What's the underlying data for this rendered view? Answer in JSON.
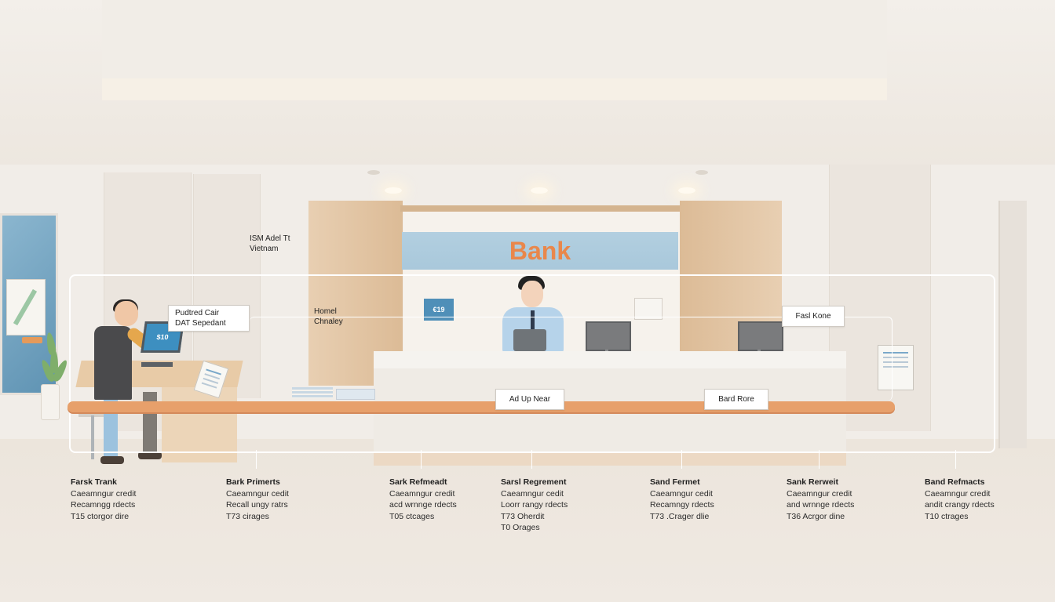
{
  "sign": {
    "title": "Bank"
  },
  "labels": {
    "top_left_line1": "ISM Adel Tt",
    "top_left_line2": "Vietnam",
    "callout_customer_line1": "Pudtred Cair",
    "callout_customer_line2": "DAT Sepedant",
    "home_line1": "Homel",
    "home_line2": "Chnaley",
    "fast_kone": "Fasl Kone",
    "ad_up_near": "Ad Up Near",
    "bard_rore": "Bard Rore"
  },
  "screens": {
    "laptop": "$10",
    "counter_card": "€19"
  },
  "columns": [
    {
      "title": "Farsk Trank",
      "line1": "Caeamngur credit",
      "line2": "Recamngg rdects",
      "line3": "T15 ctorgor dire",
      "line4": ""
    },
    {
      "title": "Bark Primerts",
      "line1": "Caeamngur cedit",
      "line2": "Recall ungy ratrs",
      "line3": "T73 cirages",
      "line4": ""
    },
    {
      "title": "Sark Refmeadt",
      "line1": "Caeamngur credit",
      "line2": "acd wrnnge rdects",
      "line3": "T05 ctcages",
      "line4": ""
    },
    {
      "title": "Sarsl Regrement",
      "line1": "Caeamngur cedit",
      "line2": "Loorr rangy rdects",
      "line3": "T73 Oherdit",
      "line4": "T0 Orages"
    },
    {
      "title": "Sand Fermet",
      "line1": "Caeamngur cedit",
      "line2": "Recamngy rdects",
      "line3": "T73 .Crager dlie",
      "line4": ""
    },
    {
      "title": "Sank Rerweit",
      "line1": "Caeamngur credit",
      "line2": "and wrnnge rdects",
      "line3": "T36 Acrgor dine",
      "line4": ""
    },
    {
      "title": "Band Refmacts",
      "line1": "Caeamngur credit",
      "line2": "andit crangy rdects",
      "line3": "T10 ctrages",
      "line4": ""
    }
  ],
  "colors": {
    "accent_orange": "#e9874b",
    "rail": "#e7a06b",
    "sign_blue": "#abc9dc"
  }
}
